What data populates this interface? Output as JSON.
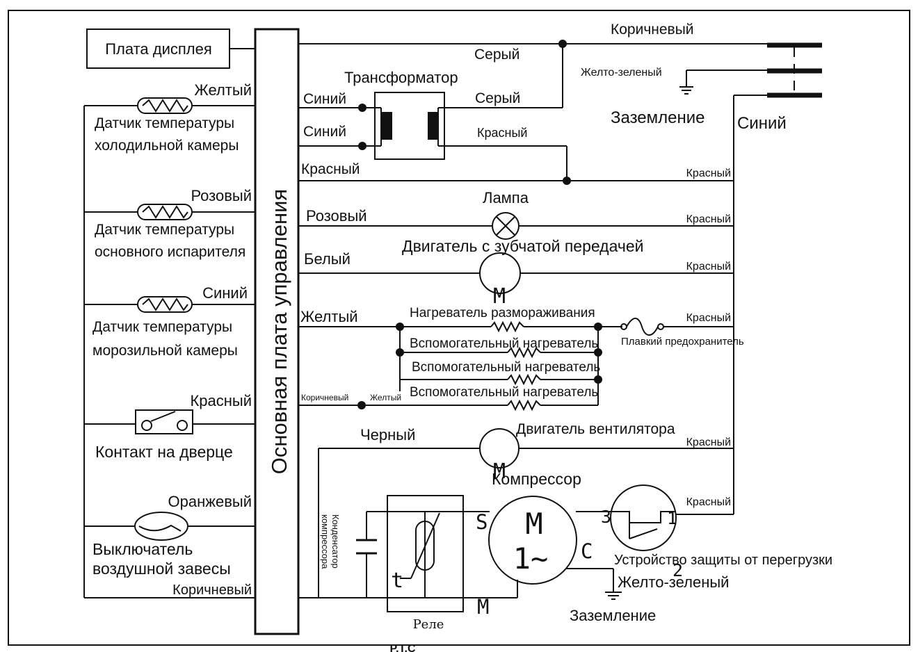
{
  "labels": {
    "display_board": "Плата дисплея",
    "main_board": "Основная плата управления",
    "brown_top": "Коричневый",
    "gray_top": "Серый",
    "yellow_green_top": "Желто-зеленый",
    "ground_top": "Заземление",
    "blue_right": "Синий",
    "transformer": "Трансформатор",
    "tr_blue1": "Синий",
    "tr_blue2": "Синий",
    "tr_gray": "Серый",
    "tr_red": "Красный",
    "red_left": "Красный",
    "red_r1": "Красный",
    "lamp": "Лампа",
    "pink_wire": "Розовый",
    "red_r2": "Красный",
    "gear_motor": "Двигатель с зубчатой передачей",
    "white_wire": "Белый",
    "red_r3": "Красный",
    "motor_m1": "M",
    "defrost_heater": "Нагреватель размораживания",
    "yellow_wire": "Желтый",
    "red_r4": "Красный",
    "fuse": "Плавкий предохранитель",
    "aux_heater1": "Вспомогательный нагреватель",
    "aux_heater2": "Вспомогательный нагреватель",
    "aux_heater3": "Вспомогательный нагреватель",
    "brown_small": "Коричневый",
    "yellow_small": "Желтый",
    "black_wire": "Черный",
    "fan_motor": "Двигатель вентилятора",
    "red_r5": "Красный",
    "motor_m2": "M",
    "compressor": "Компрессор",
    "red_r6": "Красный",
    "capacitor": "Конденсатор компрессора",
    "cap_line1": "Конденсатор",
    "cap_line2": "компрессора",
    "pin_s": "S",
    "comp_m": "M",
    "comp_phase": "1~",
    "pin_c": "C",
    "pin_m": "M",
    "olp_3": "3",
    "olp_1": "1",
    "olp_2": "2",
    "olp": "Устройство защиты от перегрузки",
    "yellow_green_bottom": "Желто-зеленый",
    "ground_bottom": "Заземление",
    "relay": "Реле",
    "ptc": "P.T.C",
    "t_symbol": "t",
    "sensor1_wire": "Желтый",
    "sensor1_l1": "Датчик температуры",
    "sensor1_l2": "холодильной камеры",
    "sensor2_wire": "Розовый",
    "sensor2_l1": "Датчик температуры",
    "sensor2_l2": "основного испарителя",
    "sensor3_wire": "Синий",
    "sensor3_l1": "Датчик температуры",
    "sensor3_l2": "морозильной камеры",
    "door_wire": "Красный",
    "door_switch": "Контакт на дверце",
    "curtain_wire": "Оранжевый",
    "curtain_l1": "Выключатель",
    "curtain_l2": "воздушной завесы",
    "brown_bottom": "Коричневый"
  }
}
